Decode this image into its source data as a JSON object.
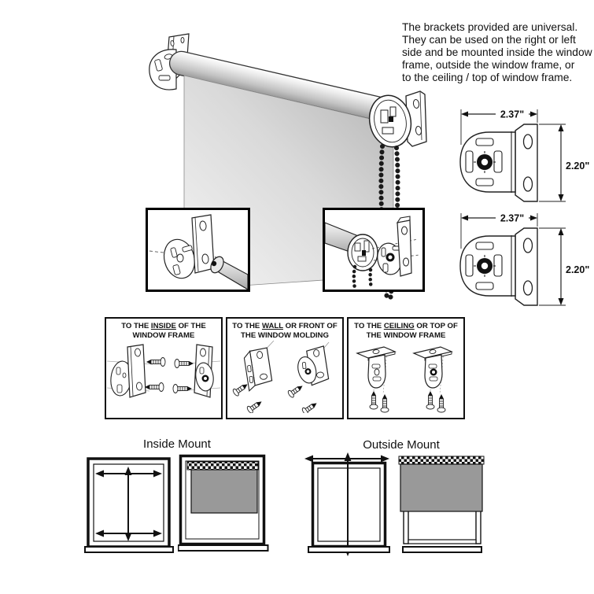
{
  "intro_text": {
    "lines": [
      "The brackets provided are universal.",
      "They can be used on the right or left",
      "side and be mounted inside the window",
      "frame, outside the window frame, or",
      "to the ceiling / top of window frame."
    ]
  },
  "bracket_diagrams": [
    {
      "width_label": "2.37\"",
      "height_label": "2.20\""
    },
    {
      "width_label": "2.37\"",
      "height_label": "2.20\""
    }
  ],
  "mounting_options": [
    {
      "line1_prefix": "TO THE ",
      "line1_keyword": "INSIDE",
      "line1_suffix": " OF THE",
      "line2": "WINDOW FRAME"
    },
    {
      "line1_prefix": "TO THE ",
      "line1_keyword": "WALL",
      "line1_suffix": " OR FRONT OF",
      "line2": "THE WINDOW MOLDING"
    },
    {
      "line1_prefix": "TO THE ",
      "line1_keyword": "CEILING",
      "line1_suffix": " OR TOP OF",
      "line2": "THE WINDOW FRAME"
    }
  ],
  "mount_examples": {
    "inside_label": "Inside Mount",
    "outside_label": "Outside Mount"
  },
  "colors": {
    "shade_fill": "#999999",
    "outline": "#111111"
  }
}
